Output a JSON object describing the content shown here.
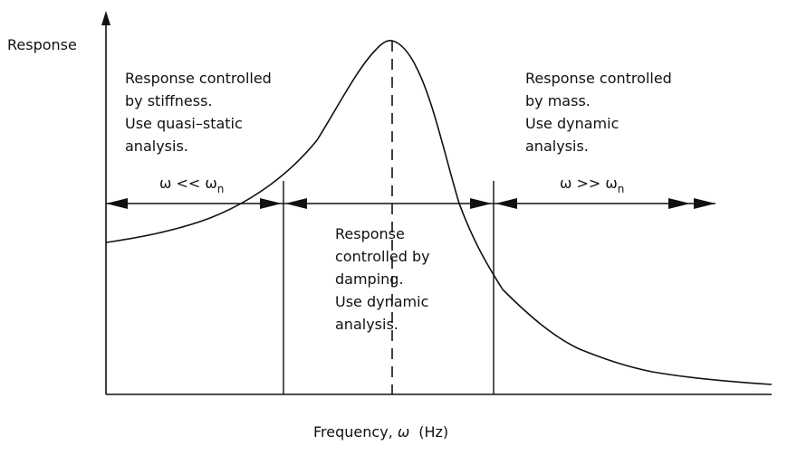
{
  "axes": {
    "ylabel": "Response",
    "xlabel_prefix": "Frequency, ",
    "xlabel_symbol": "ω",
    "xlabel_unit": "(Hz)"
  },
  "regions": {
    "stiffness": {
      "lines": [
        "Response controlled",
        "by stiffness.",
        "Use quasi–static",
        "analysis."
      ],
      "condition_main": "ω << ω",
      "condition_sub": "n"
    },
    "damping": {
      "lines": [
        "Response",
        "controlled by",
        "damping.",
        "Use dynamic",
        "analysis."
      ]
    },
    "mass": {
      "lines": [
        "Response controlled",
        "by mass.",
        "Use dynamic",
        "analysis."
      ],
      "condition_main": "ω >> ω",
      "condition_sub": "n"
    }
  },
  "colors": {
    "ink": "#111111",
    "background": "#ffffff"
  }
}
